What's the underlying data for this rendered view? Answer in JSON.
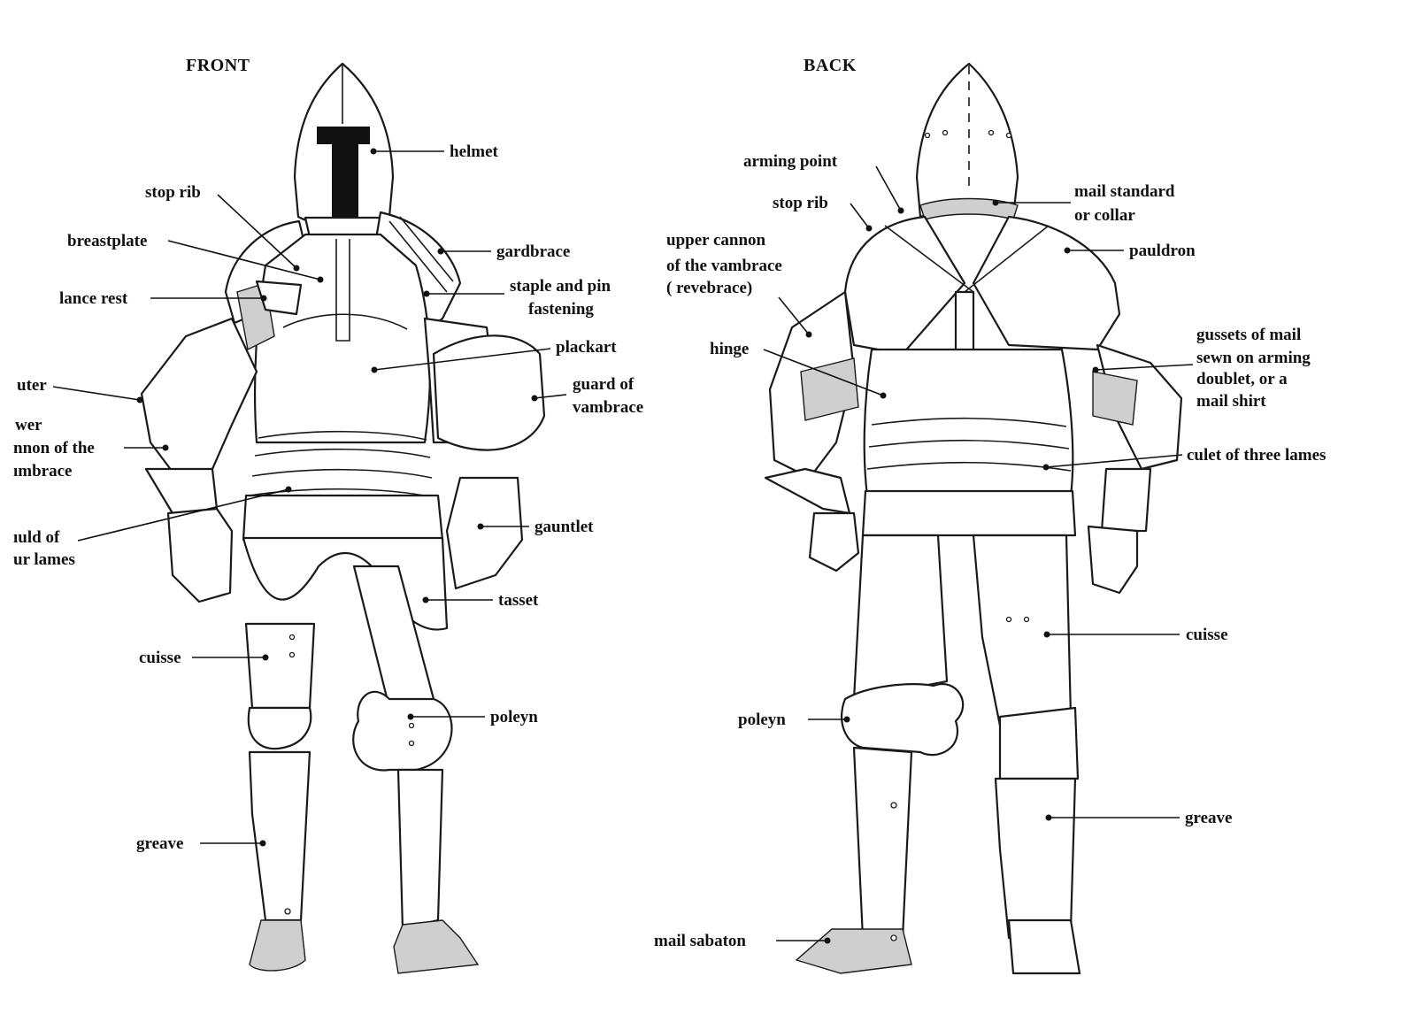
{
  "front": {
    "heading": "FRONT",
    "labels": {
      "helmet": "helmet",
      "stop_rib": "stop rib",
      "breastplate": "breastplate",
      "lance_rest": "lance rest",
      "gardbrace": "gardbrace",
      "staple_1": "staple and pin",
      "staple_2": "fastening",
      "plackart": "plackart",
      "guard_1": "guard of",
      "guard_2": "vambrace",
      "couter": "uter",
      "lower_1": "wer",
      "lower_2": "nnon of the",
      "lower_3": "ımbrace",
      "fauld_1": "ıuld of",
      "fauld_2": "ur lames",
      "gauntlet": "gauntlet",
      "tasset": "tasset",
      "cuisse": "cuisse",
      "poleyn": "poleyn",
      "greave": "greave"
    }
  },
  "back": {
    "heading": "BACK",
    "labels": {
      "arming_point": "arming point",
      "stop_rib": "stop rib",
      "upper_1": "upper cannon",
      "upper_2": "of the vambrace",
      "upper_3": "( revebrace)",
      "mail_std_1": "mail standard",
      "mail_std_2": "or collar",
      "pauldron": "pauldron",
      "hinge": "hinge",
      "gussets_1": "gussets of mail",
      "gussets_2": "sewn on arming",
      "gussets_3": "doublet, or a",
      "gussets_4": "mail shirt",
      "culet": "culet of three lames",
      "cuisse": "cuisse",
      "poleyn": "poleyn",
      "greave": "greave",
      "mail_sabaton": "mail sabaton"
    }
  }
}
